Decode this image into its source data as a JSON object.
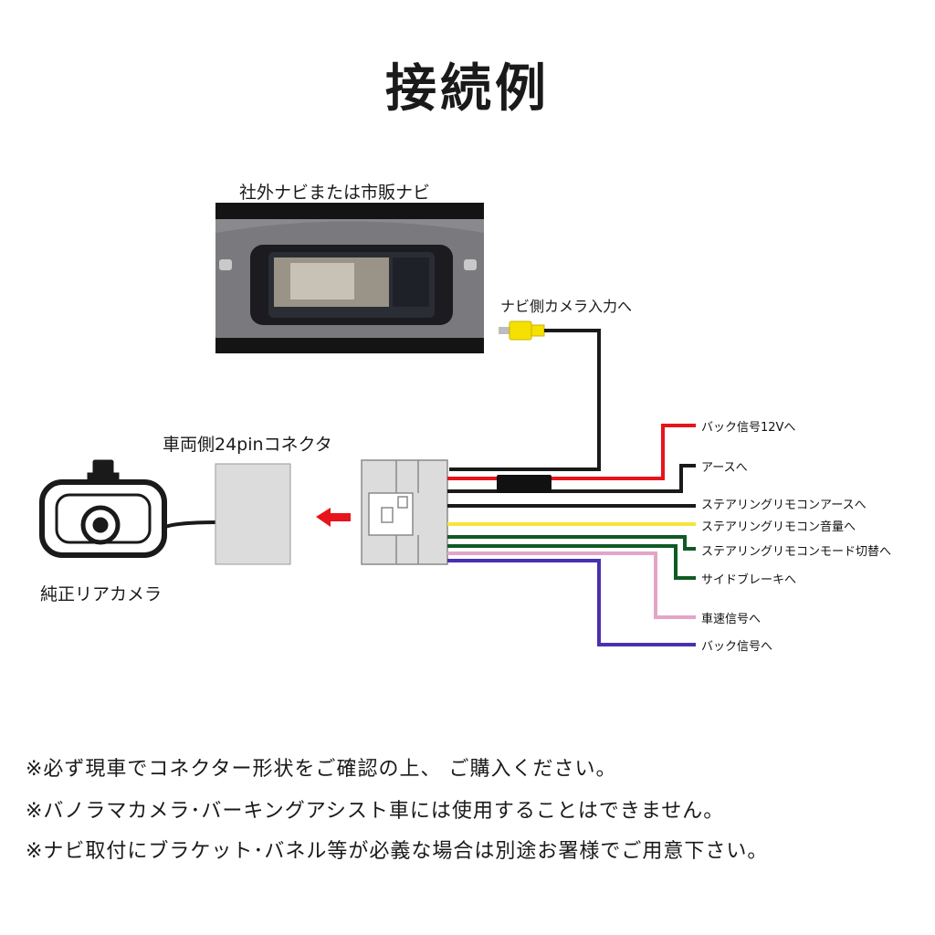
{
  "title": "接続例",
  "labels": {
    "navi": "社外ナビまたは市販ナビ",
    "navi_camera_input": "ナビ側カメラ入力へ",
    "connector": "車両側24pinコネクタ",
    "camera": "純正リアカメラ"
  },
  "wires": [
    {
      "label": "バック信号12Vへ",
      "color": "#e8141b"
    },
    {
      "label": "アースへ",
      "color": "#1a1a1a"
    },
    {
      "label": "ステアリングリモコンアースへ",
      "color": "#1a1a1a"
    },
    {
      "label": "ステアリングリモコン音量へ",
      "color": "#f5e53a"
    },
    {
      "label": "ステアリングリモコンモード切替へ",
      "color": "#0f5a23"
    },
    {
      "label": "サイドブレーキへ",
      "color": "#0f5a23"
    },
    {
      "label": "車速信号へ",
      "color": "#e3a5c7"
    },
    {
      "label": "バック信号へ",
      "color": "#4a2fb0"
    }
  ],
  "notes": [
    "※必ず現車でコネクター形状をご確認の上、 ご購入ください。",
    "※バノラマカメラ･バーキングアシスト車には使用することはできません。",
    "※ナビ取付にブラケット･バネル等が必義な場合は別途お署様でご用意下さい。"
  ],
  "colors": {
    "arrow": "#e8141b",
    "rca_plug": "#f5e000",
    "connector_gray": "#dcdcdc"
  }
}
